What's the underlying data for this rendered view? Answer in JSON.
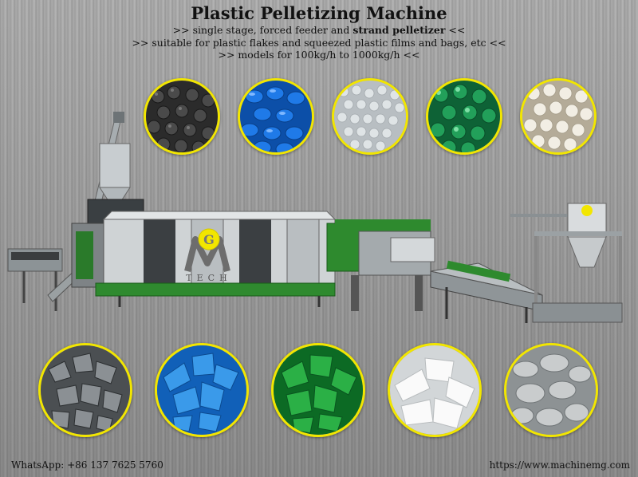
{
  "header": {
    "title": "Plastic Pelletizing Machine",
    "line1_pre": ">> single stage, forced feeder and ",
    "line1_bold": "strand pelletizer",
    "line1_post": " <<",
    "line2": ">> suitable for plastic flakes and squeezed plastic films and bags, etc <<",
    "line3": ">> models for 100kg/h to 1000kg/h <<"
  },
  "pellets": [
    {
      "name": "black-pellets",
      "color": "#3a3a3a"
    },
    {
      "name": "blue-pellets",
      "color": "#1a6fd6"
    },
    {
      "name": "clear-pellets",
      "color": "#d8dde0"
    },
    {
      "name": "green-pellets",
      "color": "#1c8a4e"
    },
    {
      "name": "white-pellets",
      "color": "#eeeae0"
    }
  ],
  "flakes": [
    {
      "name": "gray-flakes",
      "color": "#6a6e70"
    },
    {
      "name": "blue-flakes",
      "color": "#2a86d8"
    },
    {
      "name": "green-flakes",
      "color": "#1f9a3a"
    },
    {
      "name": "white-flakes",
      "color": "#f4f4f4"
    },
    {
      "name": "film-flakes",
      "color": "#b9bcbd"
    }
  ],
  "logo": {
    "letters": "GM",
    "subtext": "TECH"
  },
  "footer": {
    "whatsapp": "WhatsApp: +86 137 7625 5760",
    "website": "https://www.machinemg.com"
  }
}
